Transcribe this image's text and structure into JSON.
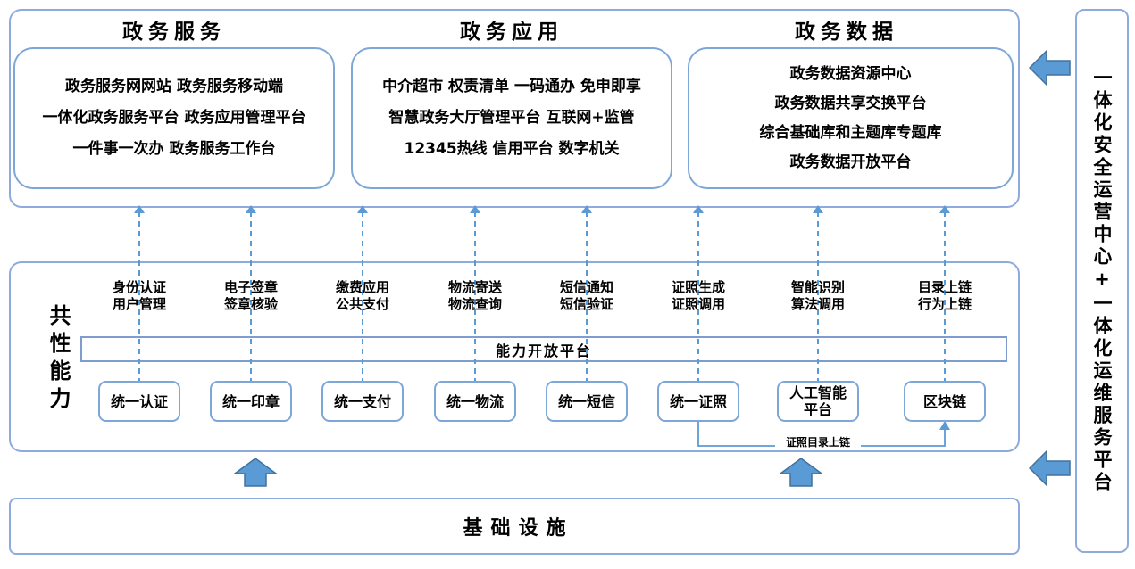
{
  "top_sections": [
    {
      "title": "政务服务",
      "lines": [
        "政务服务网网站 政务服务移动端",
        "一体化政务服务平台 政务应用管理平台",
        "一件事一次办 政务服务工作台"
      ]
    },
    {
      "title": "政务应用",
      "lines": [
        "中介超市 权责清单 一码通办 免申即享",
        "智慧政务大厅管理平台 互联网+监管",
        "12345热线 信用平台 数字机关"
      ]
    },
    {
      "title": "政务数据",
      "lines": [
        "政务数据资源中心",
        "政务数据共享交换平台",
        "综合基础库和主题库专题库",
        "政务数据开放平台"
      ]
    }
  ],
  "middle": {
    "side_label": "共性能力",
    "platform_bar": "能力开放平台",
    "columns": [
      {
        "cap_line1": "身份认证",
        "cap_line2": "用户管理",
        "box_lines": [
          "统一认证"
        ]
      },
      {
        "cap_line1": "电子签章",
        "cap_line2": "签章核验",
        "box_lines": [
          "统一印章"
        ]
      },
      {
        "cap_line1": "缴费应用",
        "cap_line2": "公共支付",
        "box_lines": [
          "统一支付"
        ]
      },
      {
        "cap_line1": "物流寄送",
        "cap_line2": "物流查询",
        "box_lines": [
          "统一物流"
        ]
      },
      {
        "cap_line1": "短信通知",
        "cap_line2": "短信验证",
        "box_lines": [
          "统一短信"
        ]
      },
      {
        "cap_line1": "证照生成",
        "cap_line2": "证照调用",
        "box_lines": [
          "统一证照"
        ]
      },
      {
        "cap_line1": "智能识别",
        "cap_line2": "算法调用",
        "box_lines": [
          "人工智能",
          "平台"
        ]
      },
      {
        "cap_line1": "目录上链",
        "cap_line2": "行为上链",
        "box_lines": [
          "区块链"
        ]
      }
    ],
    "connector_label": "证照目录上链"
  },
  "bottom": {
    "title": "基础设施"
  },
  "sidebar": {
    "text": "一体化安全运营中心+一体化运维服务平台"
  },
  "colors": {
    "accent": "#5B9BD5",
    "container_border": "#8FAADC",
    "box_border": "#7EA6D9",
    "arrow_border": "#41719C"
  }
}
